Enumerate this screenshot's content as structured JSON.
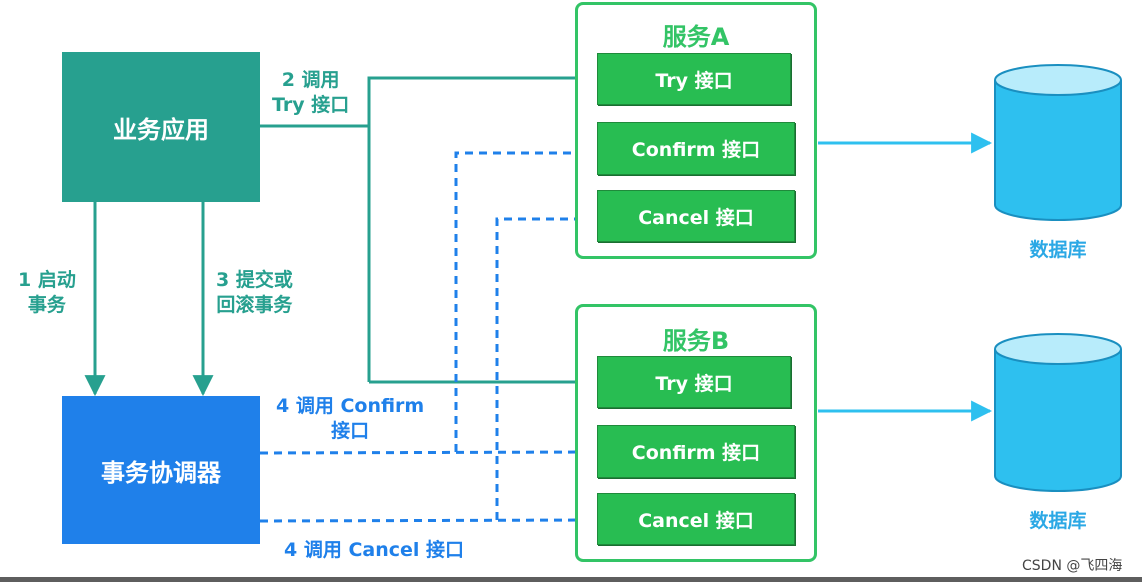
{
  "nodes": {
    "biz_app": "业务应用",
    "coordinator": "事务协调器",
    "service_a": {
      "title": "服务A",
      "try": "Try 接口",
      "confirm": "Confirm 接口",
      "cancel": "Cancel 接口"
    },
    "service_b": {
      "title": "服务B",
      "try": "Try 接口",
      "confirm": "Confirm 接口",
      "cancel": "Cancel 接口"
    },
    "db_a": "数据库",
    "db_b": "数据库"
  },
  "edges": {
    "start_tx": [
      "1 启动",
      "事务"
    ],
    "commit_rollback": [
      "3 提交或",
      "回滚事务"
    ],
    "call_try": [
      "2 调用",
      "Try 接口"
    ],
    "call_confirm": [
      "4 调用 Confirm",
      "接口"
    ],
    "call_cancel": "4 调用 Cancel 接口"
  },
  "colors": {
    "teal": "#27a08f",
    "blue": "#1f80ea",
    "green": "#28bd52",
    "service_border": "#33c466",
    "db": "#2ec0ef"
  },
  "watermark": "CSDN @飞四海"
}
